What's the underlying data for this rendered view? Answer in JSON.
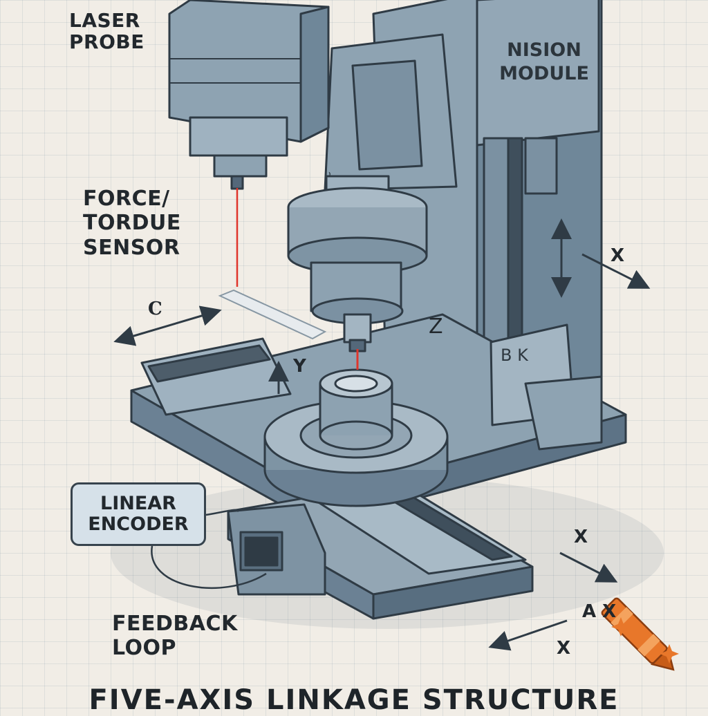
{
  "labels": {
    "laser_probe": [
      "LASER",
      "PROBE"
    ],
    "force_torque": [
      "FORCE/",
      "TORDUE",
      "SENSOR"
    ],
    "linear_encoder": [
      "LINEAR",
      "ENCODER"
    ],
    "feedback_loop": [
      "FEEDBACK",
      "LOOP"
    ],
    "vision_module": [
      "NISION",
      "MODULE"
    ]
  },
  "axis_labels": {
    "c": "C",
    "y": "Y",
    "z": "Z",
    "x_upper_right": "X",
    "x_lower_right": "X",
    "ax": "A X",
    "x_bottom": "X"
  },
  "machine_marks": {
    "spindle_mark": "Ⴑ",
    "bk": "B  K"
  },
  "title": "FIVE-AXIS LINKAGE STRUCTURE",
  "colors": {
    "metal_base": "#7d93a3",
    "metal_light": "#a9bac6",
    "metal_dark": "#54687a",
    "outline": "#2f3b45",
    "laser": "#e0352b",
    "crayon": "#e8772a"
  },
  "icons": {
    "watermark": "crayon-logo-icon"
  }
}
